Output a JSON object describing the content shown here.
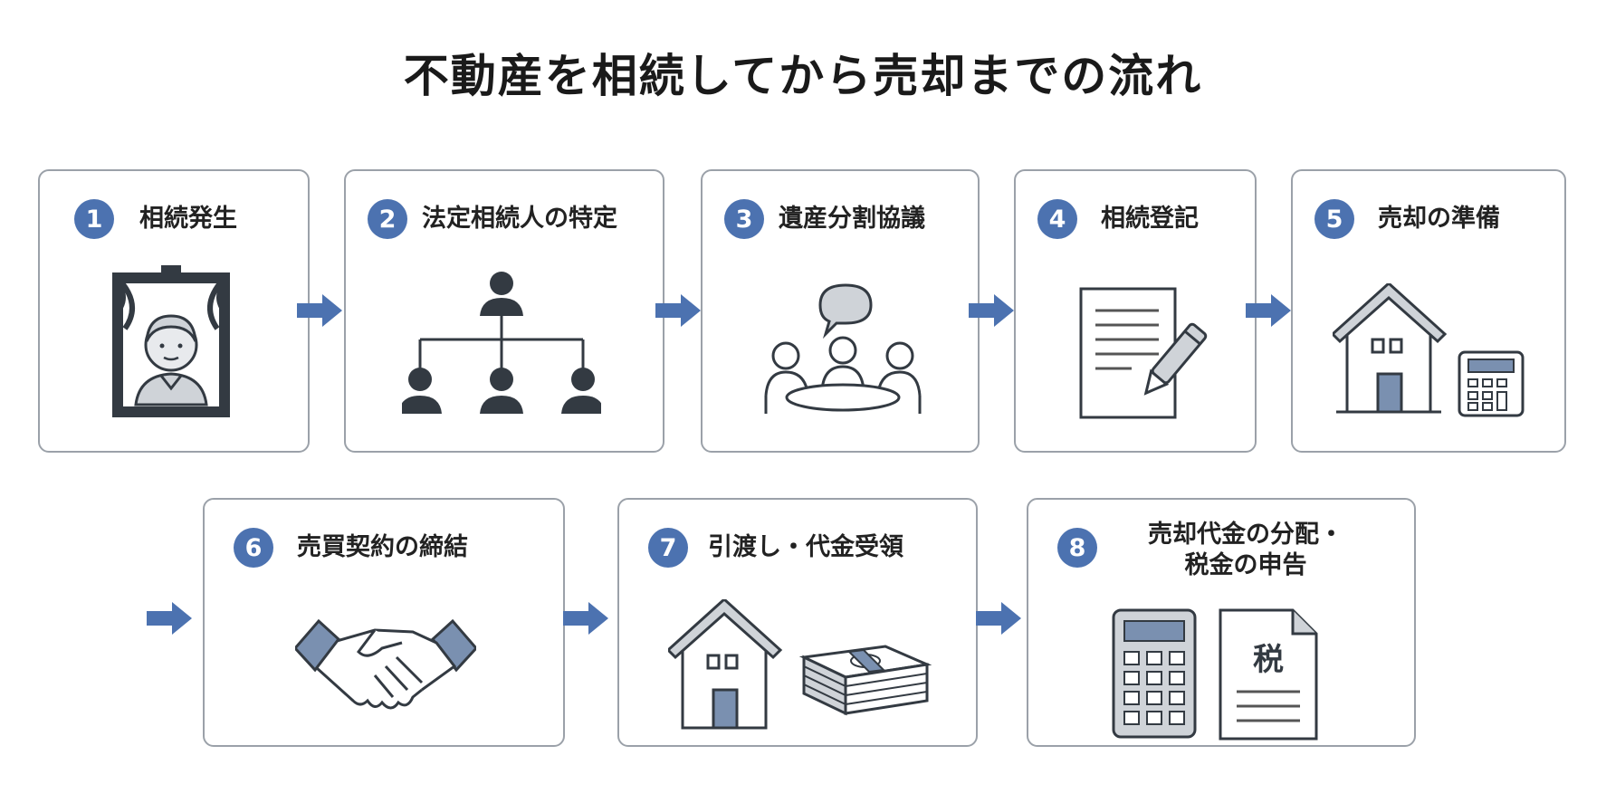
{
  "title": "不動産を相続してから売却までの流れ",
  "colors": {
    "accent": "#4c72b0",
    "icon_dark": "#333a42",
    "icon_fill": "#cfd3d8",
    "border": "#9ba1a9"
  },
  "steps": [
    {
      "number": "1",
      "label": "相続発生",
      "icon": "memorial-portrait-icon"
    },
    {
      "number": "2",
      "label": "法定相続人の特定",
      "icon": "family-tree-icon"
    },
    {
      "number": "3",
      "label": "遺産分割協議",
      "icon": "meeting-discussion-icon"
    },
    {
      "number": "4",
      "label": "相続登記",
      "icon": "document-pen-icon"
    },
    {
      "number": "5",
      "label": "売却の準備",
      "icon": "house-calculator-icon"
    },
    {
      "number": "6",
      "label": "売買契約の締結",
      "icon": "handshake-icon"
    },
    {
      "number": "7",
      "label": "引渡し・代金受領",
      "icon": "house-cash-icon"
    },
    {
      "number": "8",
      "label_line1": "売却代金の分配・",
      "label_line2": "税金の申告",
      "icon": "calculator-tax-document-icon",
      "tax_label": "税"
    }
  ]
}
